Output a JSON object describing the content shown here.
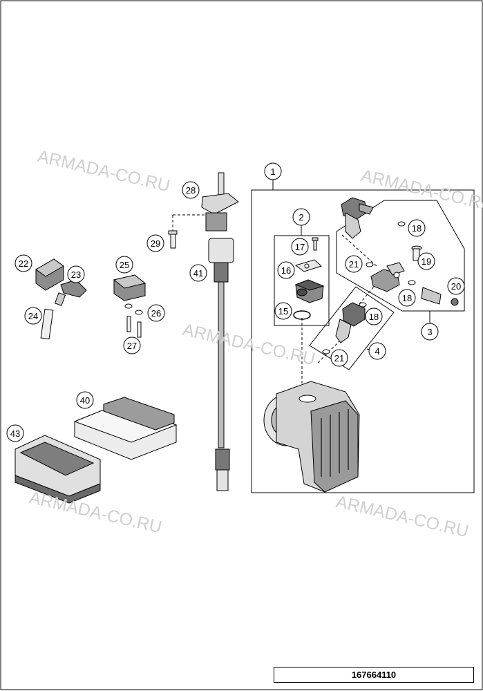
{
  "watermark_text": "ARMADA-CO.RU",
  "document_number": "167664110",
  "callouts": {
    "c1": "1",
    "c2": "2",
    "c3": "3",
    "c4": "4",
    "c15": "15",
    "c16": "16",
    "c17": "17",
    "c18a": "18",
    "c18b": "18",
    "c18c": "18",
    "c19": "19",
    "c20": "20",
    "c21a": "21",
    "c21b": "21",
    "c22": "22",
    "c23": "23",
    "c24": "24",
    "c25": "25",
    "c26": "26",
    "c27": "27",
    "c28": "28",
    "c29": "29",
    "c40": "40",
    "c41": "41",
    "c43": "43"
  },
  "colors": {
    "line": "#000000",
    "part_fill": "#dcdcdc",
    "part_dark": "#8a8a8a",
    "watermark": "#d0d0d0"
  }
}
